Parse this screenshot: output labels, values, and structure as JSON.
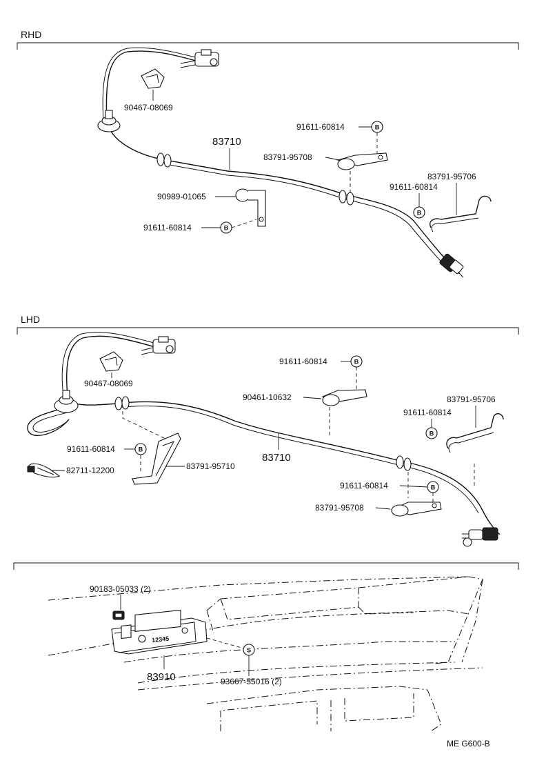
{
  "sections": {
    "rhd": "RHD",
    "lhd": "LHD"
  },
  "rhd_labels": {
    "clamp_top": "90467-08069",
    "cable": "83710",
    "bolt_upper": "91611-60814",
    "clamp_upper": "83791-95708",
    "clamp_right": "83791-95706",
    "bolt_right": "91611-60814",
    "grommet": "90989-01065",
    "bolt_lower": "91611-60814"
  },
  "lhd_labels": {
    "clamp_top": "90467-08069",
    "bolt_upper": "91611-60814",
    "clip_upper": "90461-10632",
    "clamp_right": "83791-95706",
    "bolt_right": "91611-60814",
    "bolt_left": "91611-60814",
    "bracket_left": "83791-95710",
    "band": "82711-12200",
    "cable": "83710",
    "bolt_lower": "91611-60814",
    "clamp_lower": "83791-95708"
  },
  "meter_labels": {
    "nut": "90183-05033 (2)",
    "meter": "83910",
    "screw": "93667-55016 (2)"
  },
  "markers": {
    "bolt": "B",
    "screw": "S"
  },
  "meter_display": "12345",
  "footer_code": "ME  G600-B"
}
